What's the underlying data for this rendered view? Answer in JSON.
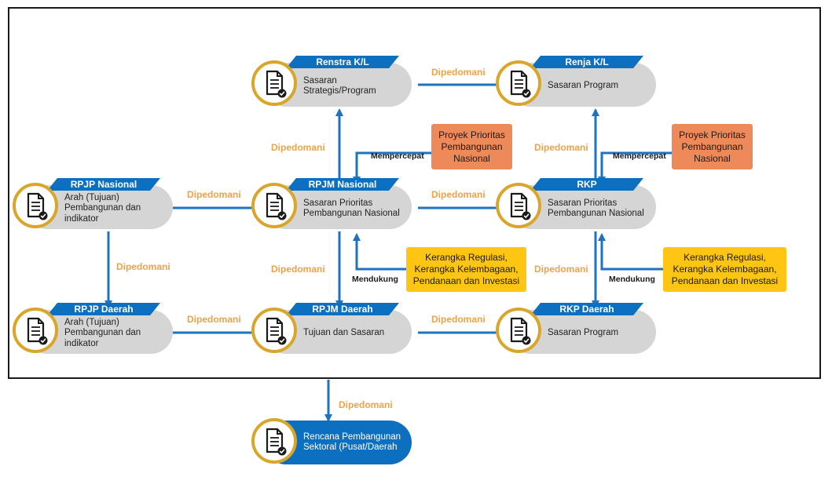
{
  "nodes": {
    "rpjp_nasional": {
      "title": "RPJP Nasional",
      "desc": "Arah (Tujuan)\nPembangunan dan\nindikator"
    },
    "rpjp_daerah": {
      "title": "RPJP Daerah",
      "desc": "Arah (Tujuan)\nPembangunan dan\nindikator"
    },
    "renstra_kl": {
      "title": "Renstra K/L",
      "desc": "Sasaran\nStrategis/Program"
    },
    "rpjm_nasional": {
      "title": "RPJM Nasional",
      "desc": "Sasaran Prioritas\nPembangunan Nasional"
    },
    "rpjm_daerah": {
      "title": "RPJM Daerah",
      "desc": "Tujuan dan Sasaran"
    },
    "renja_kl": {
      "title": "Renja K/L",
      "desc": "Sasaran Program"
    },
    "rkp": {
      "title": "RKP",
      "desc": "Sasaran Prioritas\nPembangunan Nasional"
    },
    "rkp_daerah": {
      "title": "RKP Daerah",
      "desc": "Sasaran Program"
    },
    "rencana_sektoral": {
      "desc": "Rencana Pembangunan\nSektoral (Pusat/Daerah"
    }
  },
  "edge_labels": {
    "dipedomani": "Dipedomani",
    "mempercepat": "Mempercepat",
    "mendukung": "Mendukung"
  },
  "boxes": {
    "proyek_prioritas": "Proyek Prioritas\nPembangunan\nNasional",
    "kerangka_regulasi": "Kerangka Regulasi,\nKerangka Kelembagaan,\nPendanaan dan Investasi"
  },
  "colors": {
    "arrow": "#1f72bf",
    "node_fill": "#d5d5d5",
    "tab_blue": "#0c6fc0",
    "icon_ring": "#d9a62b",
    "label_orange": "#eea24a",
    "box_orange": "#ee8a5a",
    "box_yellow": "#fec513"
  },
  "icons": {
    "node": "document-check-icon"
  }
}
